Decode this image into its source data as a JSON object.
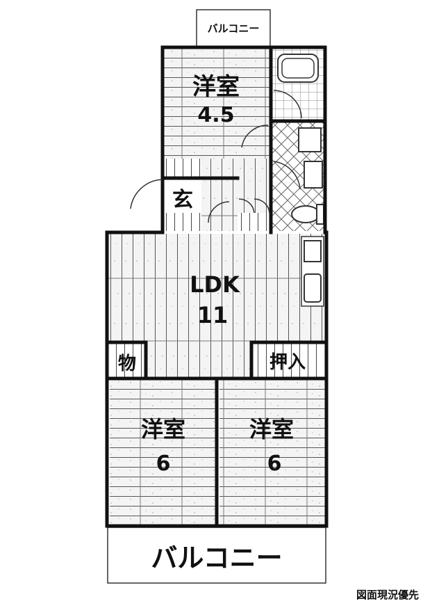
{
  "balcony_top": "バルコニー",
  "balcony_bottom": "バルコニー",
  "rooms": {
    "western_top": {
      "name": "洋室",
      "size": "4.5"
    },
    "entrance": {
      "name": "玄"
    },
    "ldk": {
      "name": "LDK",
      "size": "11"
    },
    "storage": {
      "name": "物"
    },
    "closet": {
      "name": "押入"
    },
    "western_left": {
      "name": "洋室",
      "size": "6"
    },
    "western_right": {
      "name": "洋室",
      "size": "6"
    }
  },
  "note": "図面現況優先"
}
